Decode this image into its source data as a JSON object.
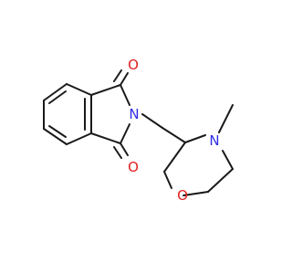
{
  "molecule": {
    "atoms": {
      "o_top": {
        "symbol": "O",
        "color": "#e02020"
      },
      "o_bottom": {
        "symbol": "O",
        "color": "#e02020"
      },
      "n_imide": {
        "symbol": "N",
        "color": "#2e2ee6"
      },
      "n_ring": {
        "symbol": "N",
        "color": "#2e2ee6"
      },
      "o_ring": {
        "symbol": "O",
        "color": "#e02020"
      }
    },
    "bond_color": "#1a1a1a"
  }
}
